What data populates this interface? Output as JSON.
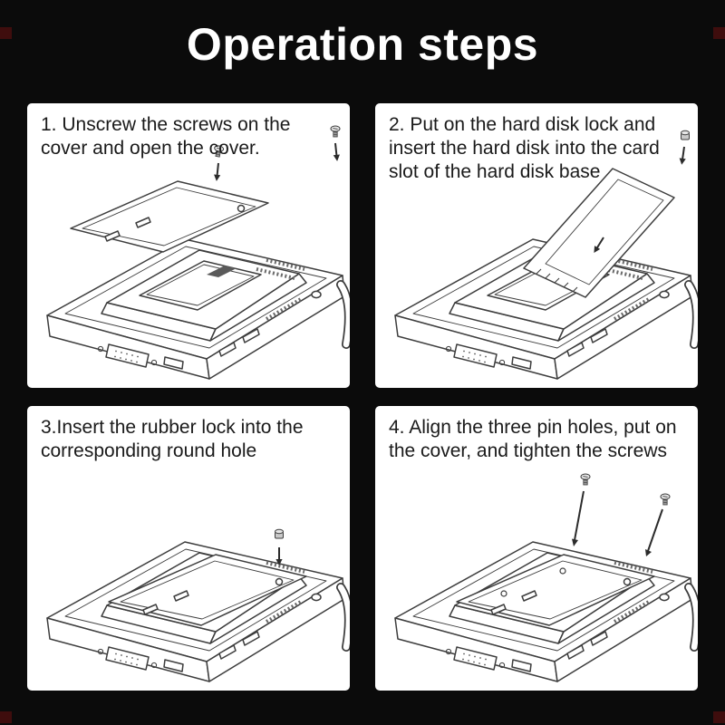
{
  "title": "Operation steps",
  "steps": [
    {
      "id": "step-1",
      "text": "1. Unscrew the screws on the cover and open the cover."
    },
    {
      "id": "step-2",
      "text": "2. Put on the hard disk lock and insert the hard disk into the card slot of the hard disk base"
    },
    {
      "id": "step-3",
      "text": "3.Insert the rubber lock into the corresponding round hole"
    },
    {
      "id": "step-4",
      "text": "4. Align the three pin holes, put on the cover, and tighten the screws"
    }
  ],
  "illustrations": [
    {
      "name": "dock-cover-removed-with-screws-illustration"
    },
    {
      "name": "dock-hard-disk-inserting-with-lock-illustration"
    },
    {
      "name": "dock-rubber-lock-into-round-hole-illustration"
    },
    {
      "name": "dock-cover-aligned-tighten-screws-illustration"
    }
  ],
  "colors": {
    "background": "#0b0b0b",
    "panel": "#ffffff",
    "text": "#1a1a1a",
    "line_art": "#3d3d3d",
    "corner_mark": "#3f0d0d"
  }
}
